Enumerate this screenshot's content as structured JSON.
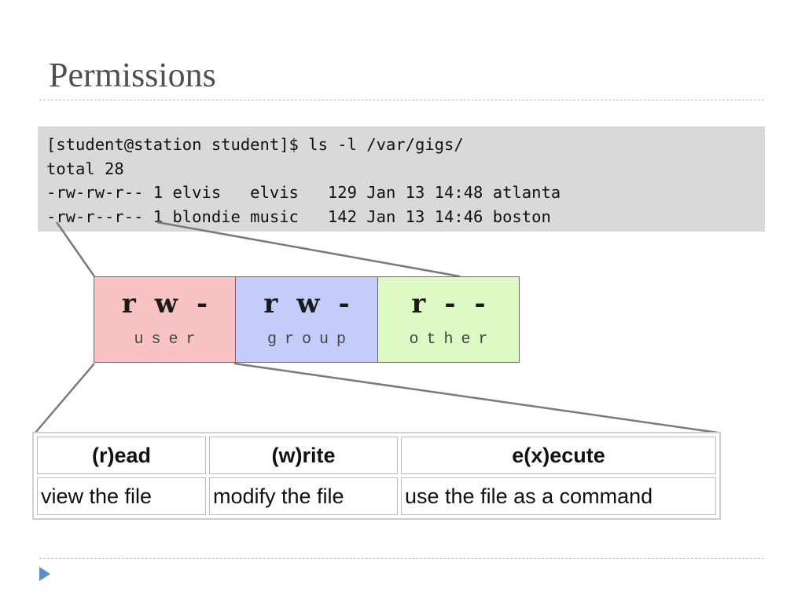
{
  "slide": {
    "title": "Permissions"
  },
  "terminal": {
    "lines": [
      "[student@station student]$ ls -l /var/gigs/",
      "total 28",
      "-rw-rw-r-- 1 elvis   elvis   129 Jan 13 14:48 atlanta",
      "-rw-r--r-- 1 blondie music   142 Jan 13 14:46 boston"
    ]
  },
  "permission_groups": [
    {
      "bits": "rw-",
      "label": "user",
      "color": "#f9c3c3"
    },
    {
      "bits": "rw-",
      "label": "group",
      "color": "#c4cdf9"
    },
    {
      "bits": "r--",
      "label": "other",
      "color": "#ddf9c3"
    }
  ],
  "permission_table": {
    "headers": [
      "(r)ead",
      "(w)rite",
      "e(x)ecute"
    ],
    "rows": [
      [
        "view the file",
        "modify the file",
        "use the file as a command"
      ]
    ]
  },
  "colors": {
    "terminal_background": "#d9d9d9",
    "bullet": "#5b8fc7",
    "title": "#4f4f4f"
  }
}
